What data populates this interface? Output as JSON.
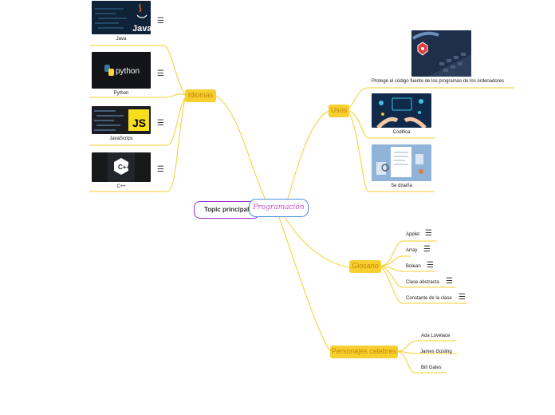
{
  "central_topic": "Programación",
  "floating_topic": "Topic principal",
  "branches": {
    "idiomas": {
      "title": "Idiomas",
      "items": [
        {
          "label": "Java",
          "image": "java-logo-image",
          "image_text": "Java"
        },
        {
          "label": "Python",
          "image": "python-logo-image",
          "image_text": "python"
        },
        {
          "label": "JavaScrips",
          "image": "javascript-logo-image",
          "image_text": "JS"
        },
        {
          "label": "C++",
          "image": "cpp-logo-image",
          "image_text": "C++"
        }
      ]
    },
    "usos": {
      "title": "Usos",
      "items": [
        {
          "label": "Protege el código fuente de los programas de los ordenadores",
          "image": "security-keyboard-image"
        },
        {
          "label": "Codifica",
          "image": "coding-hands-image"
        },
        {
          "label": "Se diseña",
          "image": "design-board-image"
        }
      ]
    },
    "glosario": {
      "title": "Glosario",
      "items": [
        {
          "label": "Applet"
        },
        {
          "label": "Array"
        },
        {
          "label": "Bolean"
        },
        {
          "label": "Clase abstracta"
        },
        {
          "label": "Constante de la clase"
        }
      ]
    },
    "personajes": {
      "title": "Personajes celebres",
      "items": [
        {
          "label": "Ada Lovelace"
        },
        {
          "label": "James Gosling"
        },
        {
          "label": "Bill Gates"
        }
      ]
    }
  },
  "note_icon": "notes-icon",
  "colors": {
    "branch_line": "#f5cf2e",
    "topic_fill": "#f7cf2e",
    "topic_text": "#c7860a",
    "central_border": "#4b8fe0",
    "central_text": "#c24fc0",
    "floating_border": "#9b30c8"
  }
}
